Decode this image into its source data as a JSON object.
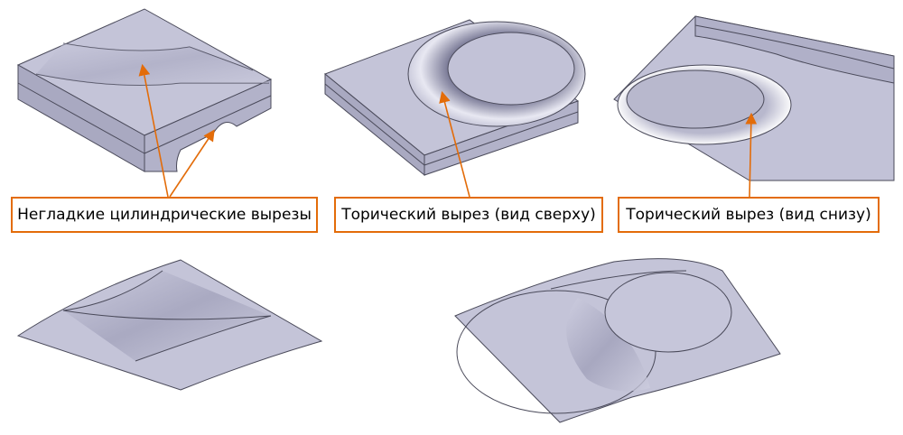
{
  "callouts": [
    {
      "label": "Негладкие цилиндрические вырезы"
    },
    {
      "label": "Торический вырез (вид сверху)"
    },
    {
      "label": "Торический вырез (вид снизу)"
    }
  ],
  "colors": {
    "face_light": "#c9c9dc",
    "face_mid": "#b4b4cb",
    "face_dark": "#8f8fab",
    "edge": "#4a4a5a",
    "arrow": "#e36c09"
  }
}
